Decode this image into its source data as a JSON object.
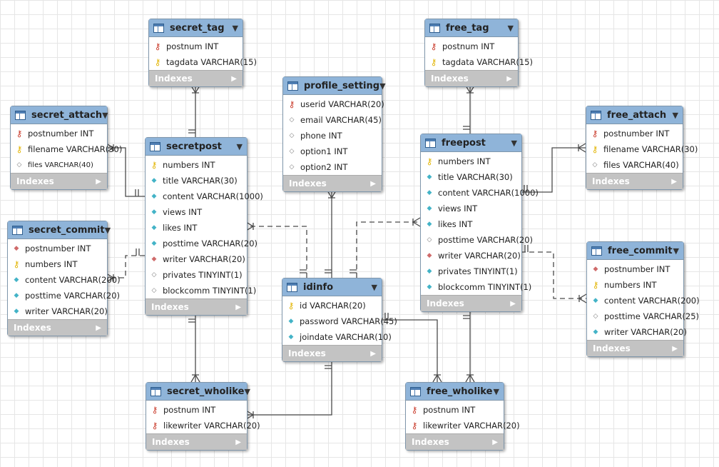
{
  "tables": [
    {
      "name": "secret_tag",
      "columns": [
        [
          "key-red",
          "postnum INT"
        ],
        [
          "key",
          "tagdata VARCHAR(15)"
        ]
      ]
    },
    {
      "name": "free_tag",
      "columns": [
        [
          "key-red",
          "postnum INT"
        ],
        [
          "key",
          "tagdata VARCHAR(15)"
        ]
      ]
    },
    {
      "name": "profile_setting",
      "columns": [
        [
          "key-red",
          "userid VARCHAR(20)"
        ],
        [
          "col-empty",
          "email VARCHAR(45)"
        ],
        [
          "col-empty",
          "phone INT"
        ],
        [
          "col-empty",
          "option1 INT"
        ],
        [
          "col-empty",
          "option2 INT"
        ]
      ]
    },
    {
      "name": "secret_attach",
      "columns": [
        [
          "key-red",
          "postnumber INT"
        ],
        [
          "key",
          "filename VARCHAR(30)"
        ],
        [
          "col-empty",
          "files VARCHAR(40)"
        ]
      ]
    },
    {
      "name": "free_attach",
      "columns": [
        [
          "key-red",
          "postnumber INT"
        ],
        [
          "key",
          "filename VARCHAR(30)"
        ],
        [
          "col-empty",
          "files VARCHAR(40)"
        ]
      ]
    },
    {
      "name": "secretpost",
      "columns": [
        [
          "key",
          "numbers INT"
        ],
        [
          "col-icon",
          "title VARCHAR(30)"
        ],
        [
          "col-icon",
          "content VARCHAR(1000)"
        ],
        [
          "col-icon",
          "views INT"
        ],
        [
          "col-icon",
          "likes INT"
        ],
        [
          "col-icon",
          "posttime VARCHAR(20)"
        ],
        [
          "fk",
          "writer VARCHAR(20)"
        ],
        [
          "col-empty",
          "privates TINYINT(1)"
        ],
        [
          "col-empty",
          "blockcomm TINYINT(1)"
        ]
      ]
    },
    {
      "name": "freepost",
      "columns": [
        [
          "key",
          "numbers INT"
        ],
        [
          "col-icon",
          "title VARCHAR(30)"
        ],
        [
          "col-icon",
          "content VARCHAR(1000)"
        ],
        [
          "col-icon",
          "views INT"
        ],
        [
          "col-icon",
          "likes INT"
        ],
        [
          "col-empty",
          "posttime VARCHAR(20)"
        ],
        [
          "fk",
          "writer VARCHAR(20)"
        ],
        [
          "col-icon",
          "privates TINYINT(1)"
        ],
        [
          "col-icon",
          "blockcomm TINYINT(1)"
        ]
      ]
    },
    {
      "name": "secret_commit",
      "columns": [
        [
          "fk",
          "postnumber INT"
        ],
        [
          "key",
          "numbers INT"
        ],
        [
          "col-icon",
          "content VARCHAR(200)"
        ],
        [
          "col-icon",
          "posttime VARCHAR(20)"
        ],
        [
          "col-icon",
          "writer VARCHAR(20)"
        ]
      ]
    },
    {
      "name": "free_commit",
      "columns": [
        [
          "fk",
          "postnumber INT"
        ],
        [
          "key",
          "numbers INT"
        ],
        [
          "col-icon",
          "content VARCHAR(200)"
        ],
        [
          "col-empty",
          "posttime VARCHAR(25)"
        ],
        [
          "col-icon",
          "writer VARCHAR(20)"
        ]
      ]
    },
    {
      "name": "idinfo",
      "columns": [
        [
          "key",
          "id VARCHAR(20)"
        ],
        [
          "col-icon",
          "password VARCHAR(45)"
        ],
        [
          "col-icon",
          "joindate VARCHAR(10)"
        ]
      ]
    },
    {
      "name": "secret_wholike",
      "columns": [
        [
          "key-red",
          "postnum INT"
        ],
        [
          "key-red",
          "likewriter VARCHAR(20)"
        ]
      ]
    },
    {
      "name": "free_wholike",
      "columns": [
        [
          "key-red",
          "postnum INT"
        ],
        [
          "key-red",
          "likewriter VARCHAR(20)"
        ]
      ]
    }
  ],
  "indexes_label": "Indexes",
  "colors": {
    "header": "#8fb4d9",
    "footer": "#c3c3c3",
    "line": "#4a4a4a",
    "grid": "#e6e6e6"
  }
}
